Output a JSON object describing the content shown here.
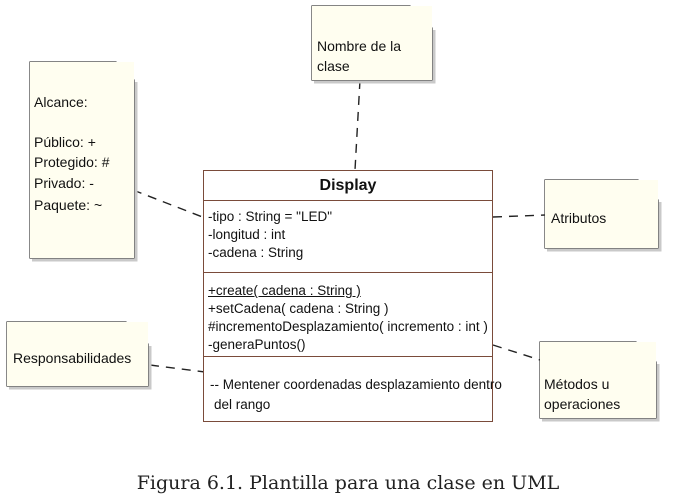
{
  "uml_class": {
    "name": "Display",
    "attributes": [
      "-tipo : String = \"LED\"",
      "-longitud : int",
      "-cadena : String"
    ],
    "operations": [
      "+create( cadena : String )",
      "+setCadena( cadena : String )",
      "#incrementoDesplazamiento( incremento : int )",
      "-generaPuntos()"
    ],
    "responsibilities": [
      "-- Mentener coordenadas desplazamiento dentro",
      "del rango"
    ]
  },
  "notes": {
    "class_name": [
      "Nombre de la",
      "clase"
    ],
    "scope": [
      "Alcance:",
      "",
      "Público: +",
      "Protegido: #",
      "Privado: -",
      "Paquete: ~"
    ],
    "attributes": [
      "Atributos"
    ],
    "responsibilities": [
      "Responsabilidades"
    ],
    "methods": [
      "Métodos u",
      "operaciones"
    ]
  },
  "caption": "Figura 6.1. Plantilla para una clase en UML",
  "colors": {
    "note_fill": "#fffef0",
    "note_border": "#3a3a3a",
    "class_border": "#7a4b3a",
    "dash_line": "#222222"
  }
}
